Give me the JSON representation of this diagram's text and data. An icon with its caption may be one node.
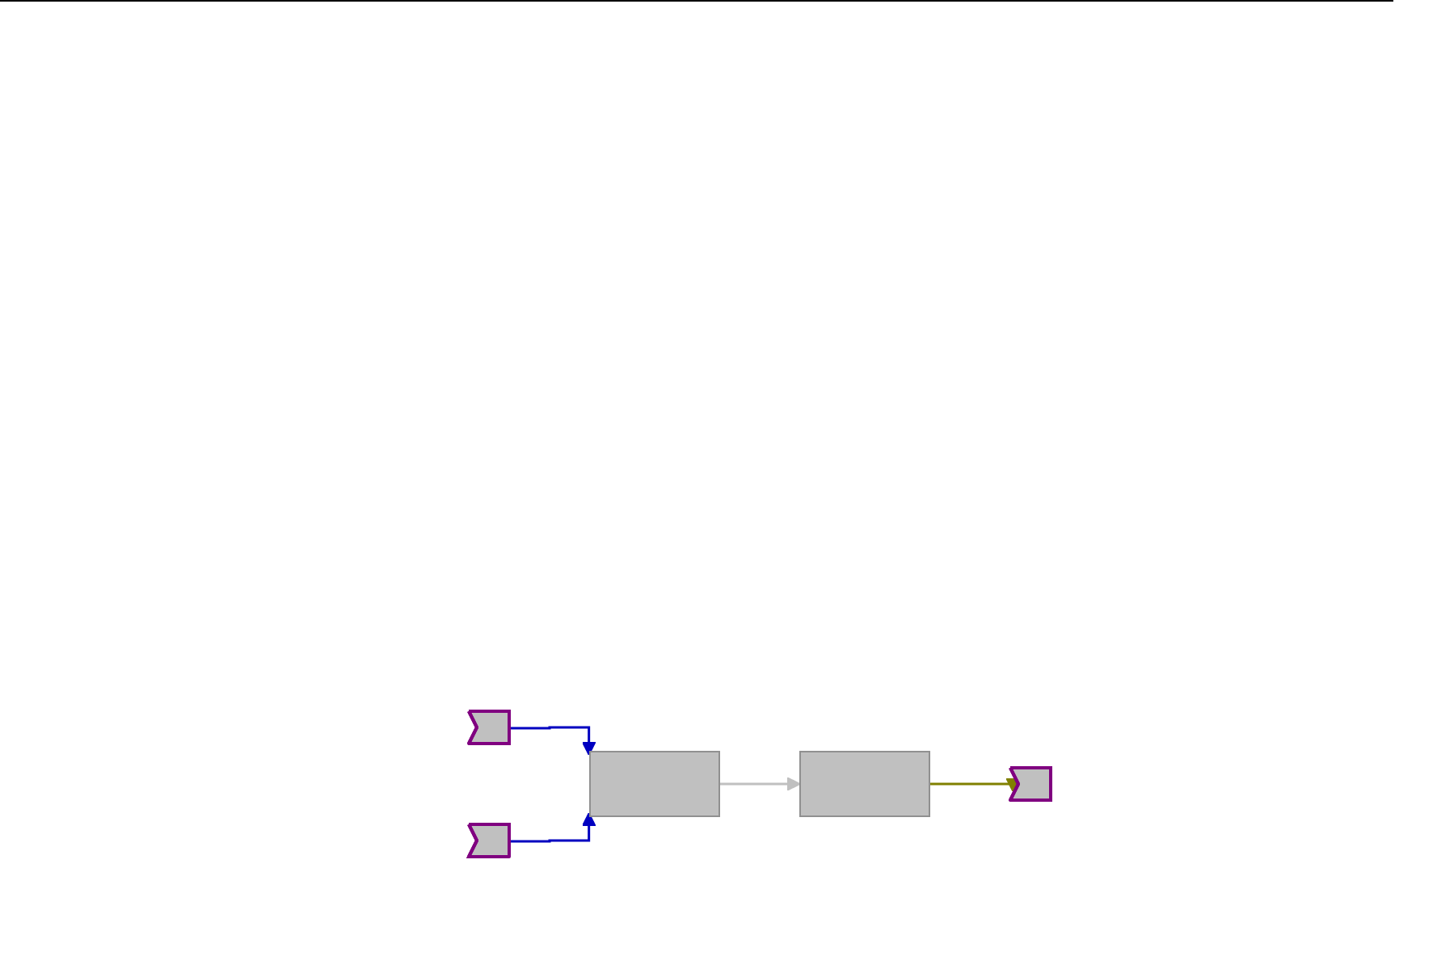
{
  "diagram": {
    "nodes": [
      {
        "text": [],
        "shape": "flag"
      },
      {
        "text": [],
        "shape": "flag"
      },
      {
        "text": [],
        "shape": "box"
      },
      {
        "text": [],
        "shape": "box"
      },
      {
        "text": [],
        "shape": "flag"
      }
    ],
    "edges": [
      {
        "from": 0,
        "to": 2,
        "arrow": "to"
      },
      {
        "from": 1,
        "to": 2,
        "arrow": "to"
      },
      {
        "from": 2,
        "to": 3,
        "arrow": "to",
        "color": "#c0c0c0"
      },
      {
        "from": 3,
        "to": 4,
        "arrow": "to",
        "color": "#808000"
      }
    ]
  }
}
